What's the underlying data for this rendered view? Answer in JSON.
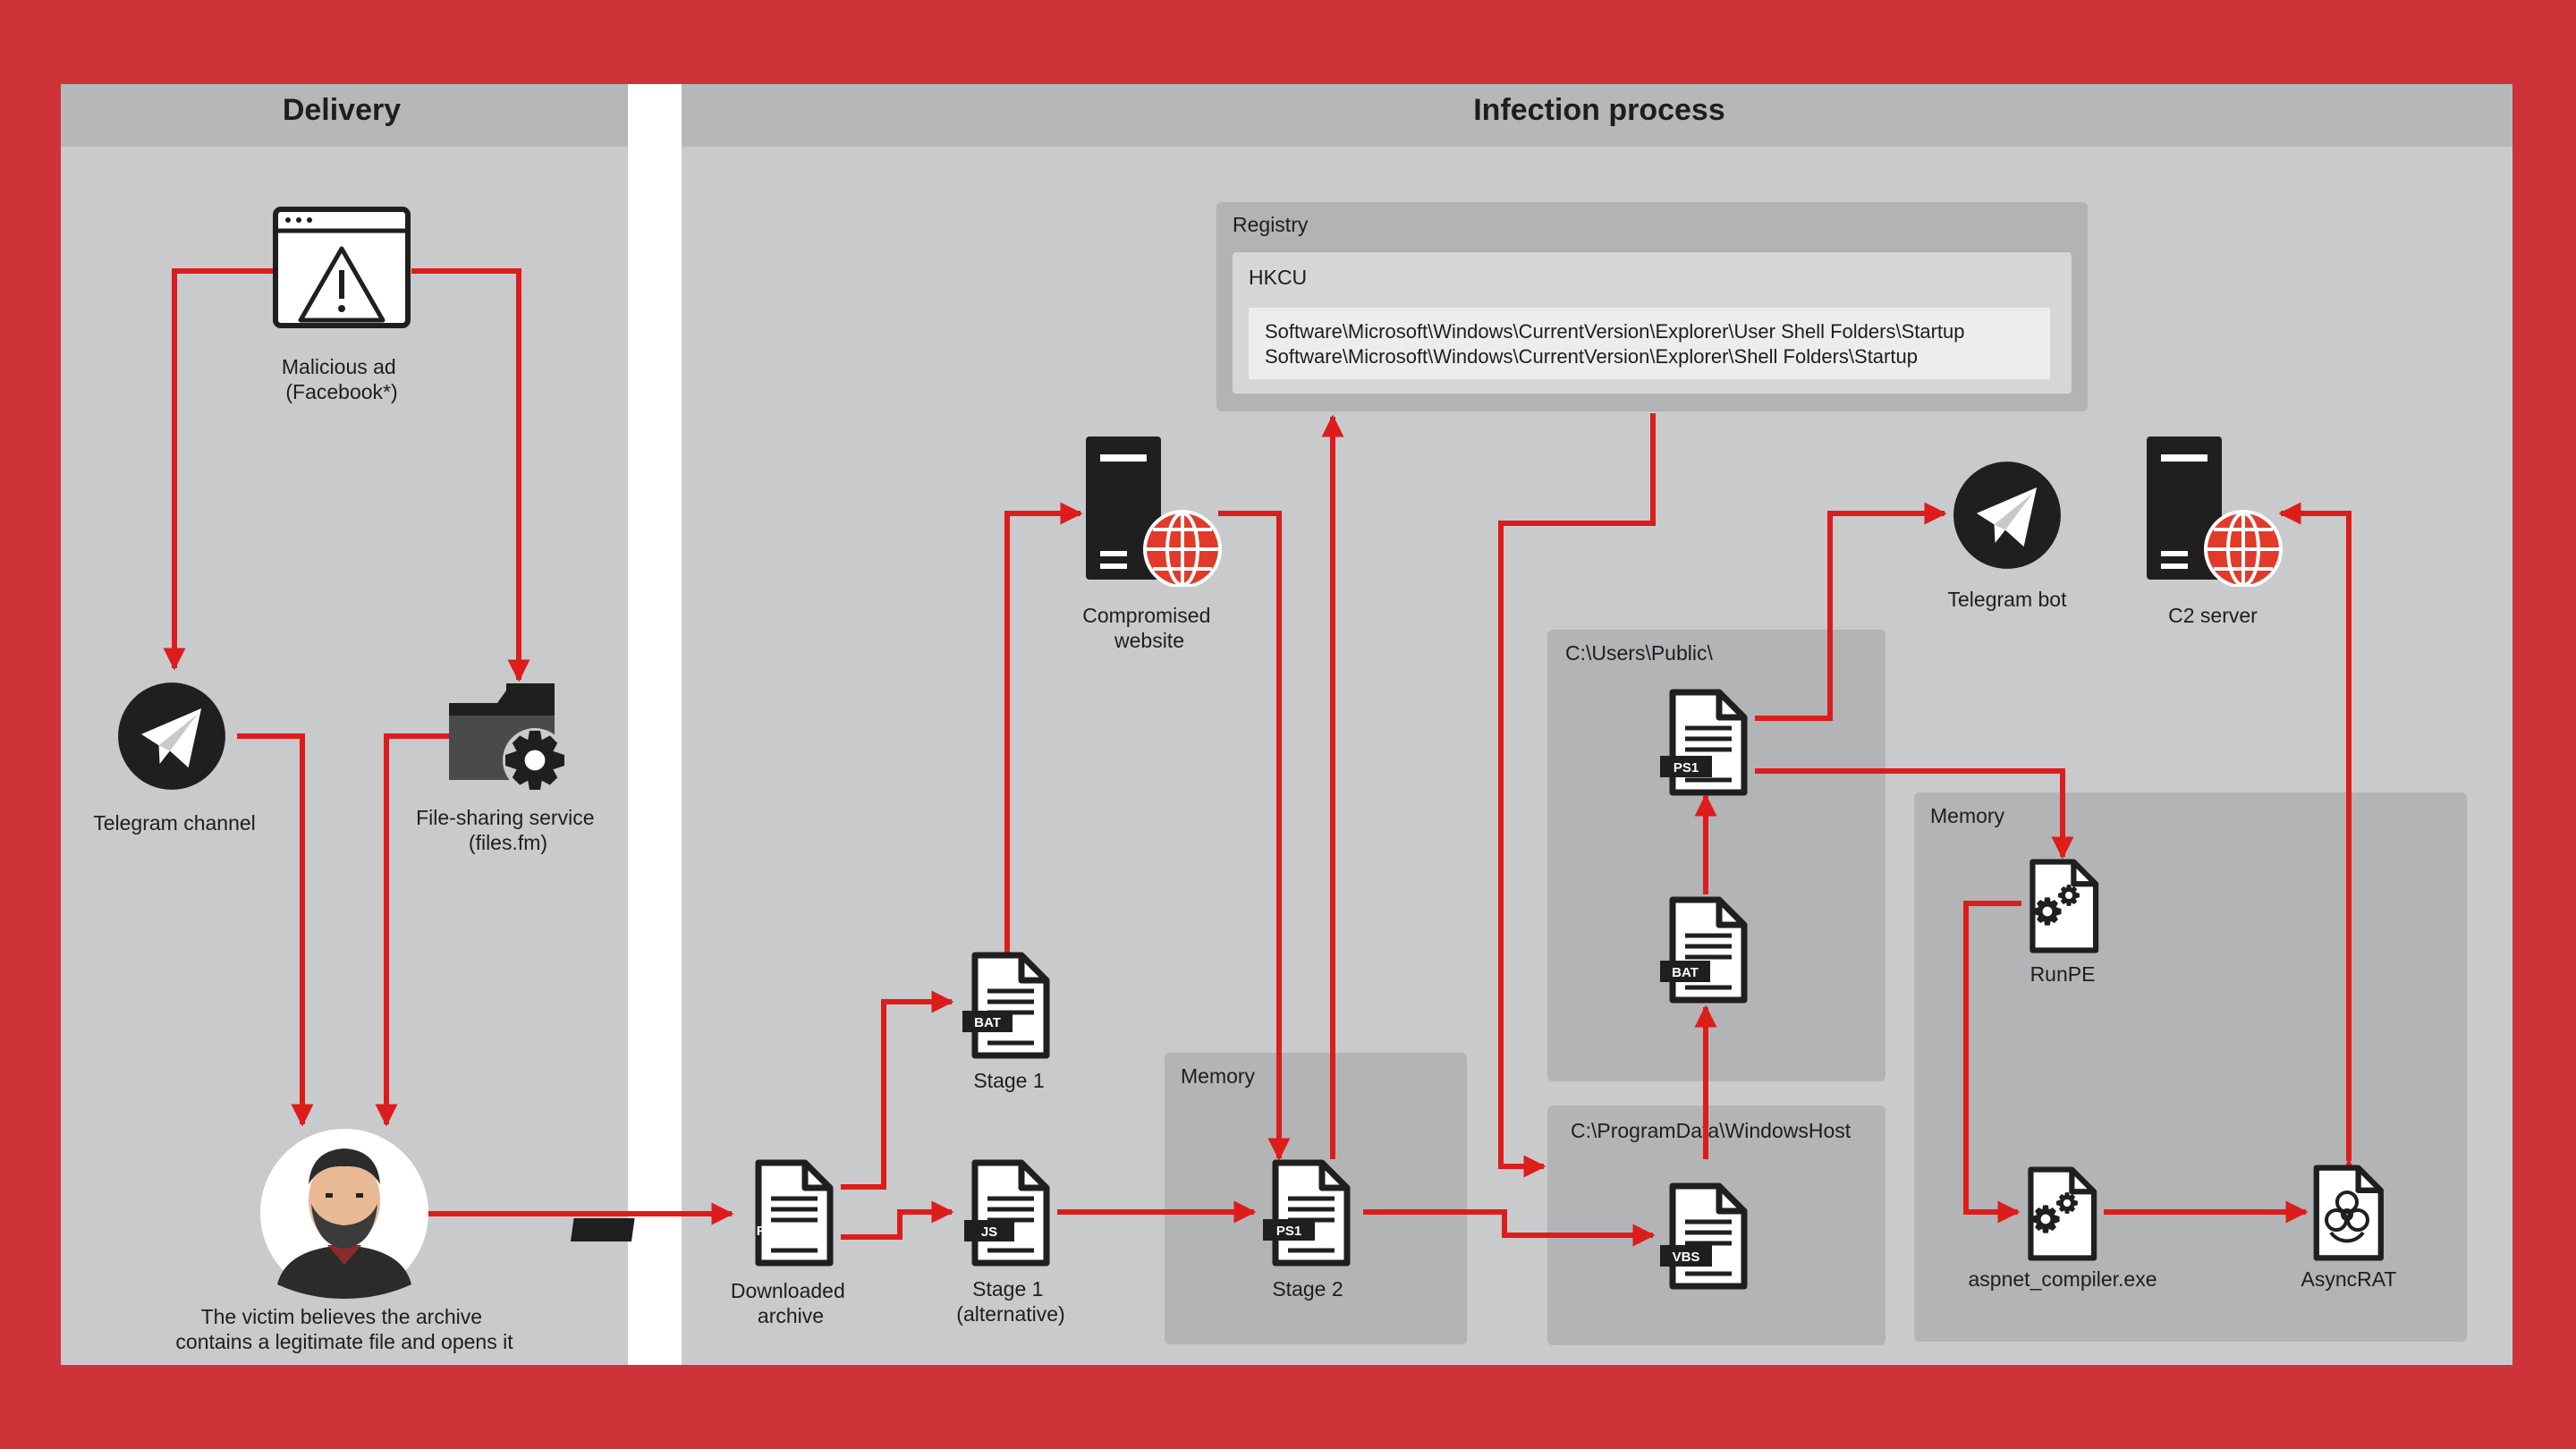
{
  "panels": {
    "delivery": "Delivery",
    "infection": "Infection process"
  },
  "registry": {
    "title": "Registry",
    "hive": "HKCU",
    "keys": [
      "Software\\Microsoft\\Windows\\CurrentVersion\\Explorer\\User Shell Folders\\Startup",
      "Software\\Microsoft\\Windows\\CurrentVersion\\Explorer\\Shell Folders\\Startup"
    ]
  },
  "groups": {
    "memory_stage2": "Memory",
    "users_public": "C:\\Users\\Public\\",
    "programdata": "C:\\ProgramData\\WindowsHost",
    "memory_right": "Memory"
  },
  "nodes": {
    "ad": [
      "Malicious ad",
      "(Facebook*)"
    ],
    "tg_channel": [
      "Telegram channel"
    ],
    "file_sharing": [
      "File-sharing service",
      "(files.fm)"
    ],
    "victim": [
      "The victim believes the archive",
      "contains a legitimate file and opens it"
    ],
    "archive": [
      "Downloaded",
      "archive"
    ],
    "stage1": [
      "Stage 1"
    ],
    "stage1_alt": [
      "Stage 1",
      "(alternative)"
    ],
    "website": [
      "Compromised",
      "website"
    ],
    "stage2": [
      "Stage 2"
    ],
    "tg_bot": [
      "Telegram bot"
    ],
    "c2": [
      "C2 server"
    ],
    "runpe": [
      "RunPE"
    ],
    "aspnet": [
      "aspnet_compiler.exe"
    ],
    "asyncrat": [
      "AsyncRAT"
    ]
  },
  "file_tags": {
    "archive": "RAR",
    "stage1": "BAT",
    "stage1_alt": "JS",
    "stage2": "PS1",
    "ps1_public": "PS1",
    "bat_public": "BAT",
    "vbs": "VBS"
  },
  "icons": {
    "ad": "browser-warning-icon",
    "telegram": "telegram-icon",
    "file_sharing": "folder-gear-icon",
    "victim": "person-avatar-icon",
    "file": "document-icon",
    "server": "server-globe-icon",
    "gears": "gears-document-icon",
    "biohazard": "biohazard-document-icon"
  },
  "colors": {
    "border": "#cf333a",
    "arrow": "#dd1c1c",
    "panel": "#c9cacb",
    "panel_header": "#b6b7b8",
    "group_box": "#b3b4b6",
    "icon": "#1f1f1f"
  }
}
